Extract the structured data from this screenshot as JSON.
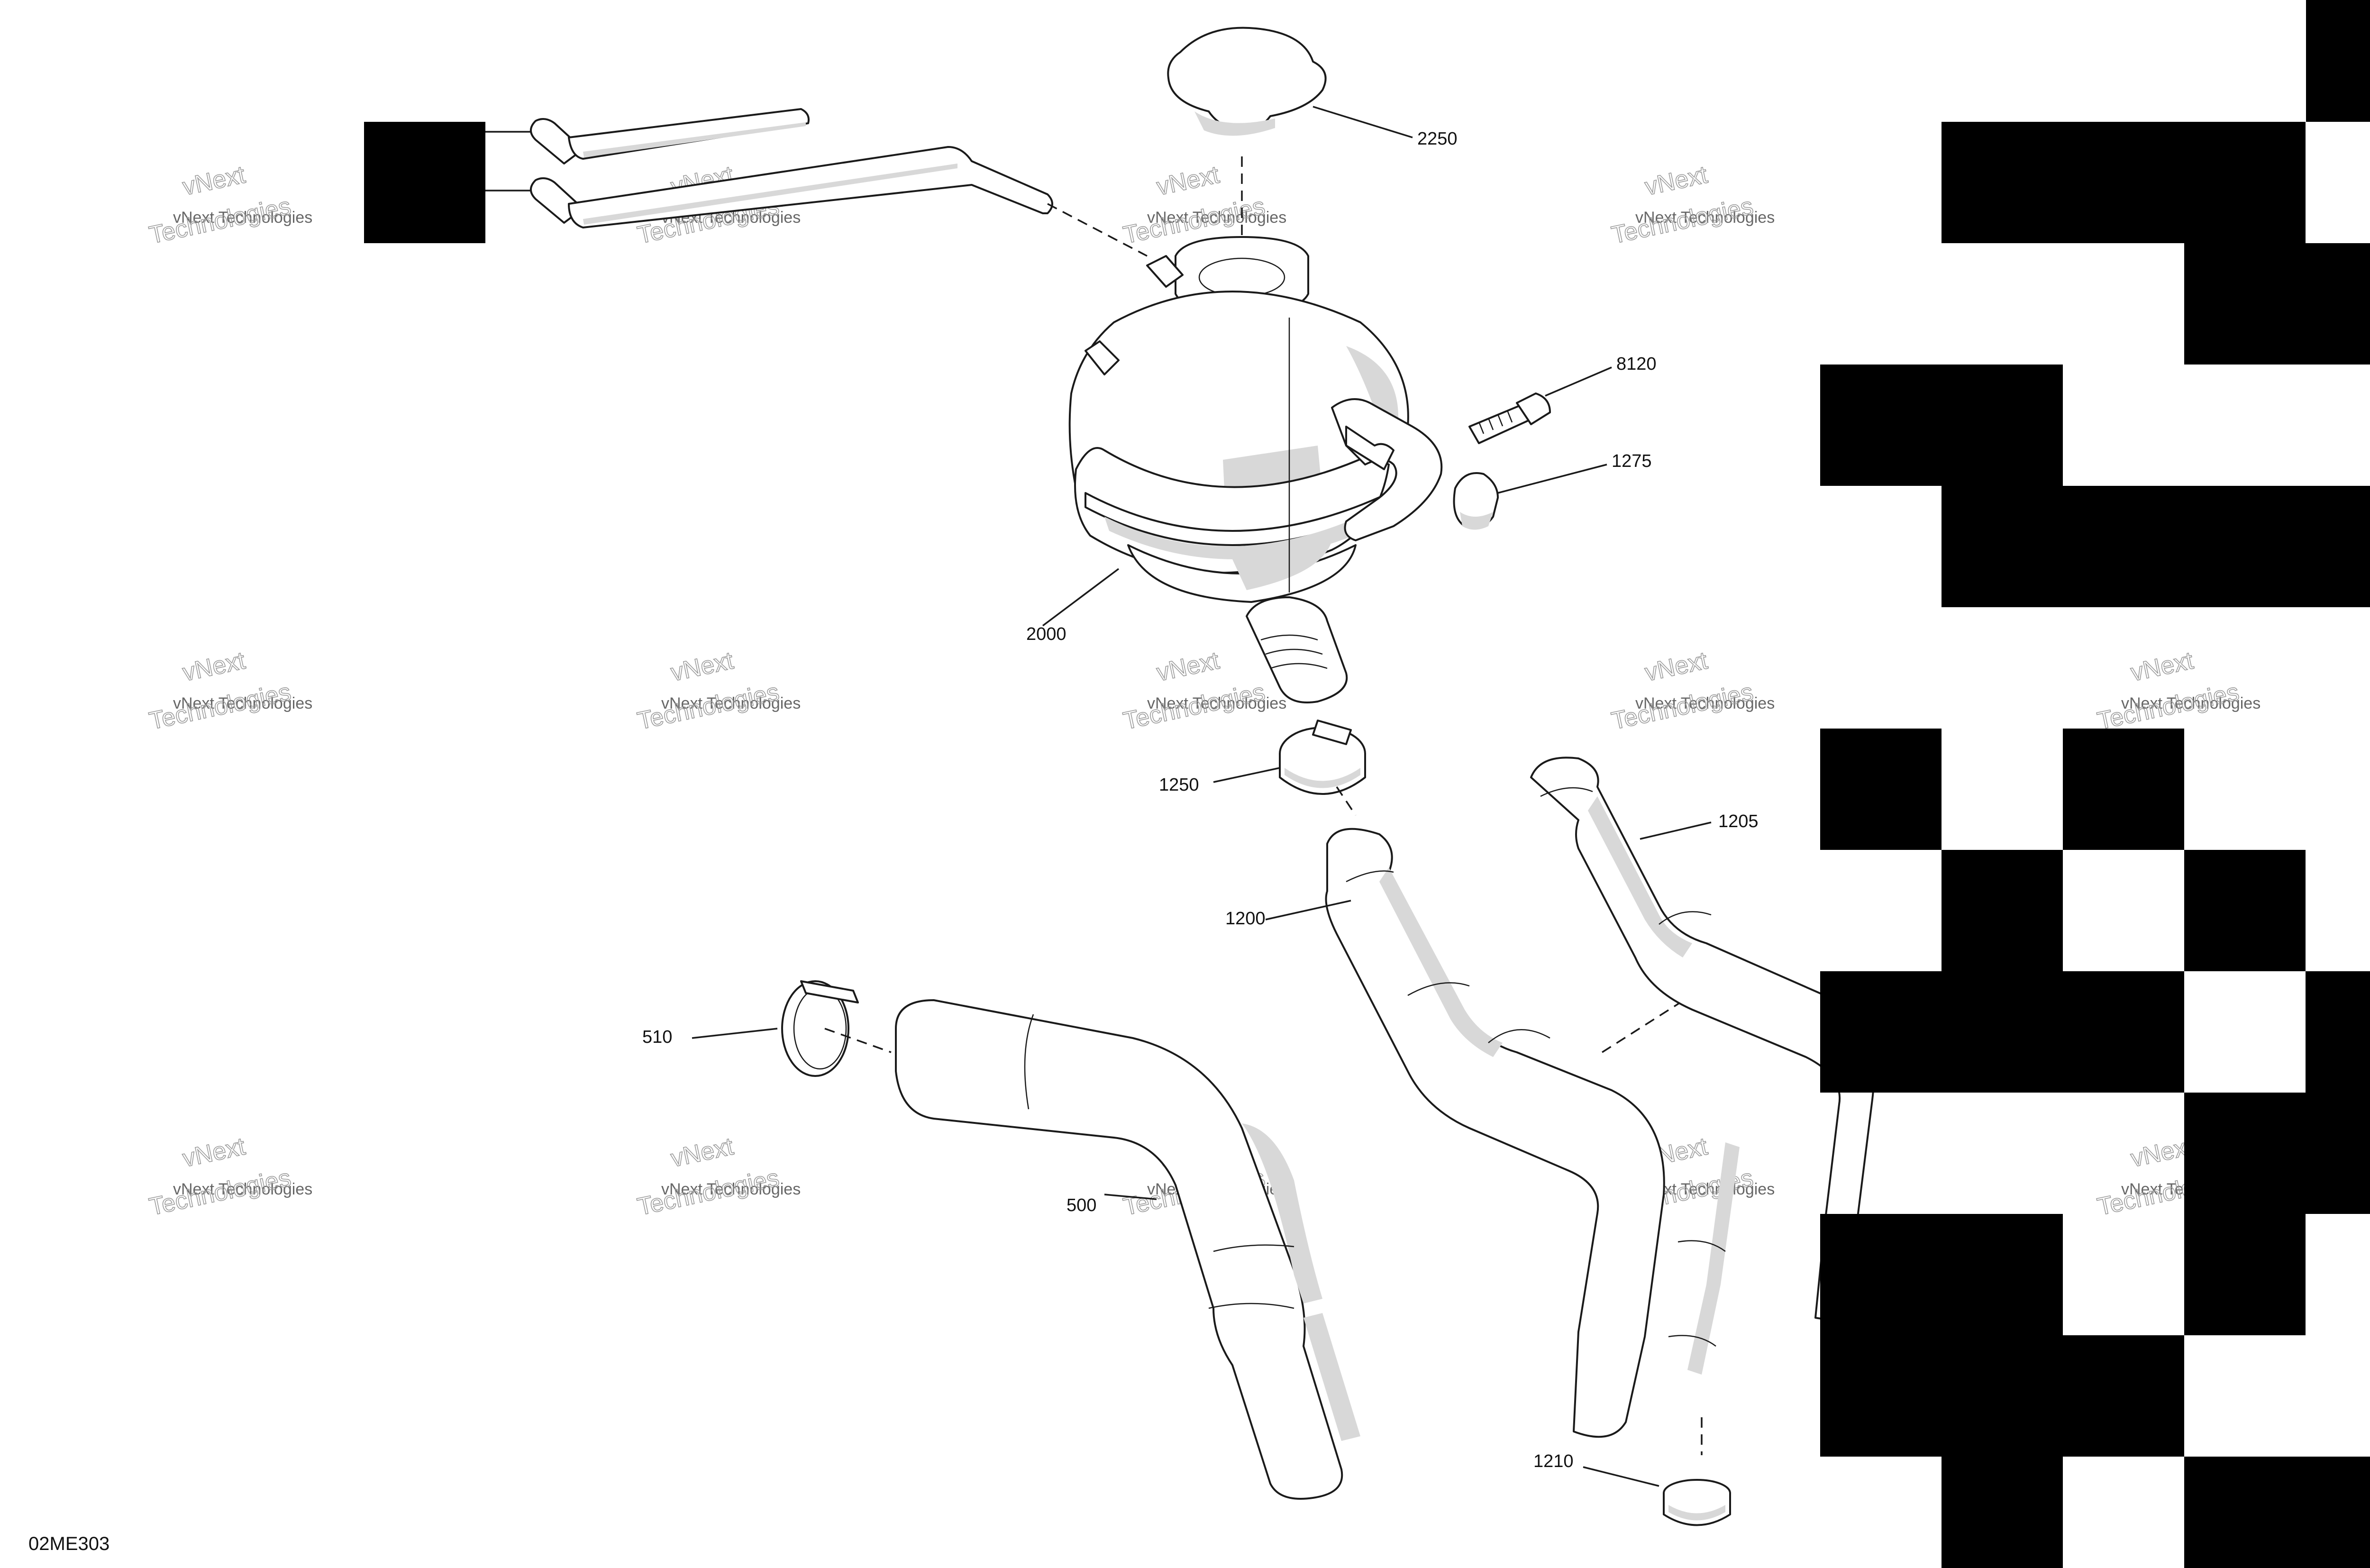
{
  "diagram_code": "02ME303",
  "watermark": {
    "line1": "vNext",
    "line2": "vNext Technologies",
    "line3": "Technologies"
  },
  "callouts": {
    "c2250": "2250",
    "c8120": "8120",
    "c1275": "1275",
    "c2000": "2000",
    "c1250": "1250",
    "c1205": "1205",
    "c1200": "1200",
    "c510": "510",
    "c500": "500",
    "c1210": "1210"
  },
  "colors": {
    "line": "#1a1a1a",
    "shade": "#d8d8d8",
    "redaction": "#000000"
  }
}
